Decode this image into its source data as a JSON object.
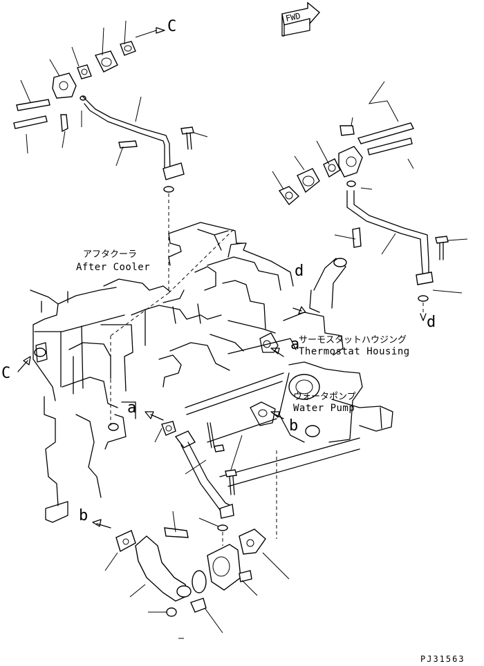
{
  "fwd_label": "FWD",
  "callouts": {
    "c": "C",
    "d": "d",
    "a": "a",
    "b": "b"
  },
  "labels": {
    "after_cooler_jp": "アフタクーラ",
    "after_cooler_en": "After Cooler",
    "thermostat_jp": "サーモスタットハウジング",
    "thermostat_en": "Thermostat Housing",
    "water_pump_jp": "ウォータポンプ",
    "water_pump_en": "Water Pump"
  },
  "drawing_code": "PJ31563"
}
